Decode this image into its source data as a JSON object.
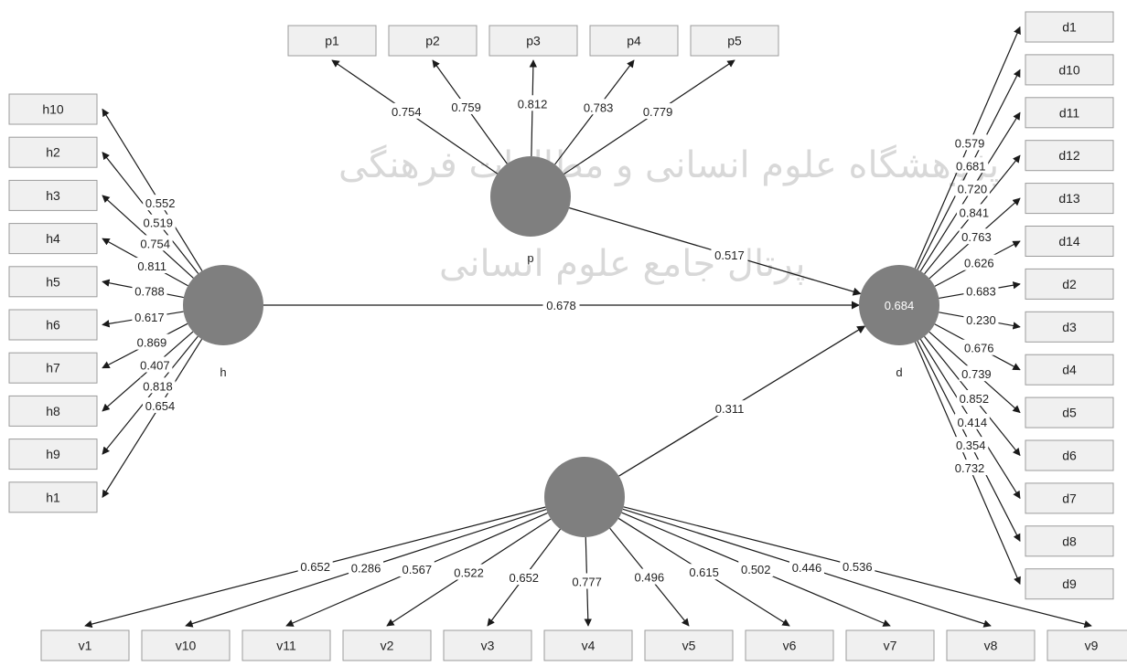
{
  "watermark": {
    "line1": "پژوهشگاه علوم انسانی و مطالعات فرهنگی",
    "line2": "پرتال جامع علوم انسانی"
  },
  "colors": {
    "construct_fill": "#7f7f7f",
    "indicator_fill": "#f0f0f0",
    "indicator_border": "#9b9b9b",
    "line": "#1a1a1a"
  },
  "constructs": [
    {
      "id": "h",
      "label": "h",
      "value": ""
    },
    {
      "id": "p",
      "label": "p",
      "value": ""
    },
    {
      "id": "d",
      "label": "d",
      "value": "0.684"
    },
    {
      "id": "v",
      "label": "",
      "value": ""
    }
  ],
  "indicators": {
    "h": [
      "h10",
      "h2",
      "h3",
      "h4",
      "h5",
      "h6",
      "h7",
      "h8",
      "h9",
      "h1"
    ],
    "p": [
      "p1",
      "p2",
      "p3",
      "p4",
      "p5"
    ],
    "d": [
      "d1",
      "d10",
      "d11",
      "d12",
      "d13",
      "d14",
      "d2",
      "d3",
      "d4",
      "d5",
      "d6",
      "d7",
      "d8",
      "d9"
    ],
    "v": [
      "v1",
      "v10",
      "v11",
      "v2",
      "v3",
      "v4",
      "v5",
      "v6",
      "v7",
      "v8",
      "v9"
    ]
  },
  "loadings": {
    "h": [
      {
        "to": "h2",
        "value": "0.519"
      },
      {
        "to": "h3",
        "value": "0.754"
      },
      {
        "to": "h4",
        "value": "0.811"
      },
      {
        "to": "h5",
        "value": "0.788"
      },
      {
        "to": "h6",
        "value": "0.617"
      },
      {
        "to": "h7",
        "value": "0.869"
      },
      {
        "to": "h8",
        "value": "0.407"
      },
      {
        "to": "h9",
        "value": "0.818"
      },
      {
        "to": "h1",
        "value": "0.654"
      },
      {
        "to": "h10",
        "value": "0.552"
      }
    ],
    "p": [
      {
        "to": "p1",
        "value": "0.754"
      },
      {
        "to": "p2",
        "value": "0.759"
      },
      {
        "to": "p3",
        "value": "0.812"
      },
      {
        "to": "p4",
        "value": "0.783"
      },
      {
        "to": "p5",
        "value": "0.779"
      }
    ],
    "d": [
      {
        "to": "d10",
        "value": "0.681"
      },
      {
        "to": "d11",
        "value": "0.720"
      },
      {
        "to": "d12",
        "value": "0.841"
      },
      {
        "to": "d13",
        "value": "0.763"
      },
      {
        "to": "d14",
        "value": "0.626"
      },
      {
        "to": "d2",
        "value": "0.683"
      },
      {
        "to": "d3",
        "value": "0.230"
      },
      {
        "to": "d4",
        "value": "0.676"
      },
      {
        "to": "d5",
        "value": "0.739"
      },
      {
        "to": "d6",
        "value": "0.852"
      },
      {
        "to": "d7",
        "value": "0.414"
      },
      {
        "to": "d8",
        "value": "0.354"
      },
      {
        "to": "d9",
        "value": "0.732"
      },
      {
        "to": "d1",
        "value": "0.579"
      }
    ],
    "v": [
      {
        "to": "v1",
        "value": "0.652"
      },
      {
        "to": "v10",
        "value": "0.286"
      },
      {
        "to": "v11",
        "value": "0.567"
      },
      {
        "to": "v2",
        "value": "0.522"
      },
      {
        "to": "v3",
        "value": "0.652"
      },
      {
        "to": "v4",
        "value": "0.777"
      },
      {
        "to": "v5",
        "value": "0.496"
      },
      {
        "to": "v6",
        "value": "0.615"
      },
      {
        "to": "v7",
        "value": "0.502"
      },
      {
        "to": "v8",
        "value": "0.446"
      },
      {
        "to": "v9",
        "value": "0.536"
      }
    ]
  },
  "paths": [
    {
      "from": "h",
      "to": "d",
      "value": "0.678"
    },
    {
      "from": "p",
      "to": "d",
      "value": "0.517"
    },
    {
      "from": "v",
      "to": "d",
      "value": "0.311"
    }
  ]
}
